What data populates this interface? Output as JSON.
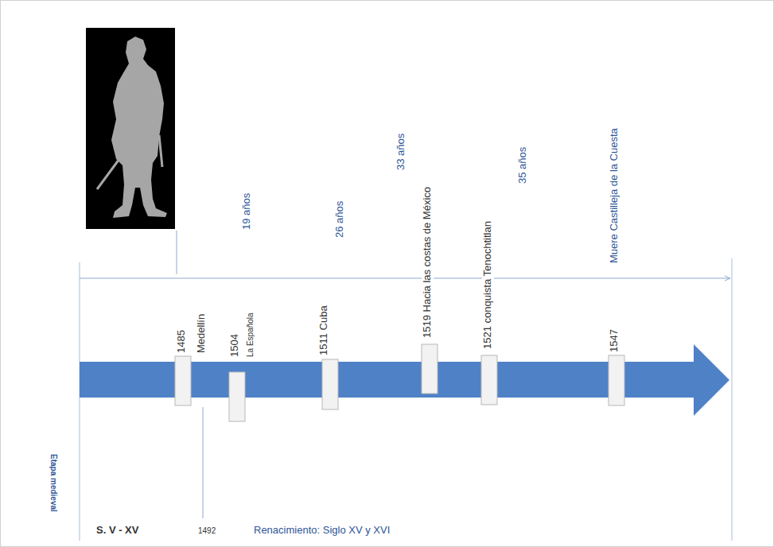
{
  "diagram": {
    "labels": [
      "1485",
      "Medellín",
      "1504",
      "La Española",
      "19 años",
      "1511 Cuba",
      "26 años",
      "1519 Hacia las costas de México",
      "33 años",
      "1521 conquista Tenochtitlan",
      "35 años",
      "1547",
      "Muere Castilleja de la Cuesta",
      "Etapa medieval",
      "S. V - XV",
      "1492",
      "Renacimiento: Siglo XV y XVI"
    ]
  }
}
